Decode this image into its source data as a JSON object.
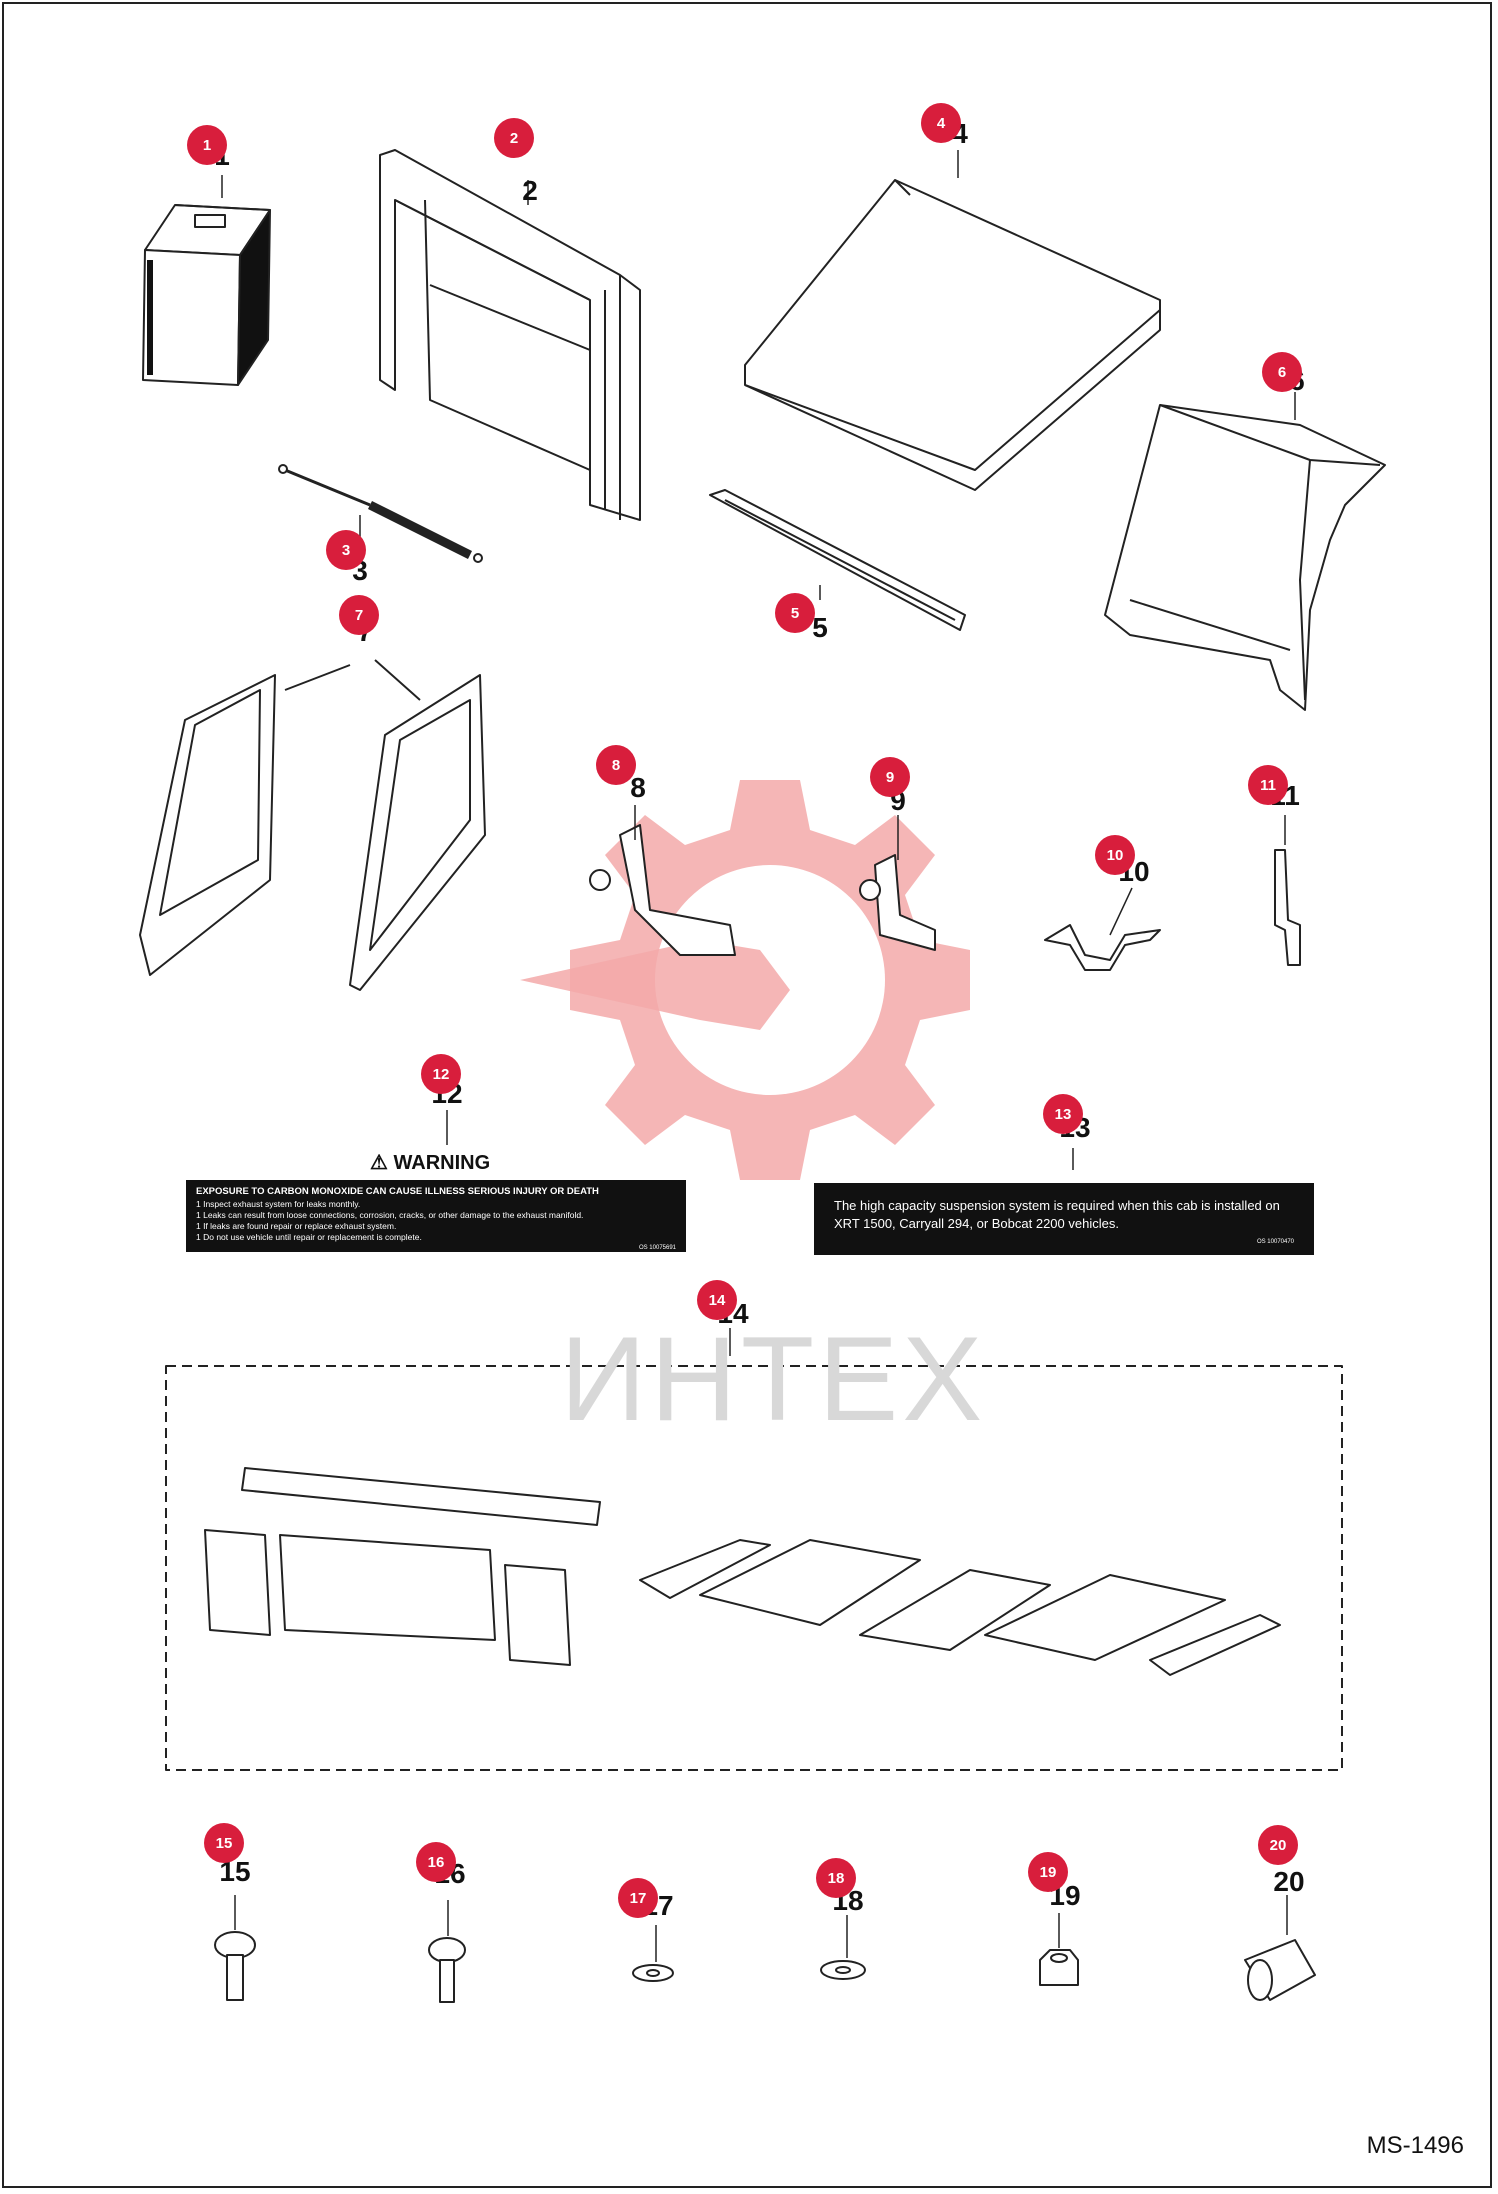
{
  "parts": [
    {
      "id": "1",
      "badge": "1",
      "num": "1"
    },
    {
      "id": "2",
      "badge": "2",
      "num": "2"
    },
    {
      "id": "3",
      "badge": "3",
      "num": "3"
    },
    {
      "id": "4",
      "badge": "4",
      "num": "4"
    },
    {
      "id": "5",
      "badge": "5",
      "num": "5"
    },
    {
      "id": "6",
      "badge": "6",
      "num": "6"
    },
    {
      "id": "7",
      "badge": "7",
      "num": "7"
    },
    {
      "id": "8",
      "badge": "8",
      "num": "8"
    },
    {
      "id": "9",
      "badge": "9",
      "num": "9"
    },
    {
      "id": "10",
      "badge": "10",
      "num": "10"
    },
    {
      "id": "11",
      "badge": "11",
      "num": "11"
    },
    {
      "id": "12",
      "badge": "12",
      "num": "12"
    },
    {
      "id": "13",
      "badge": "13",
      "num": "13"
    },
    {
      "id": "14",
      "badge": "14",
      "num": "14"
    },
    {
      "id": "15",
      "badge": "15",
      "num": "15"
    },
    {
      "id": "16",
      "badge": "16",
      "num": "16"
    },
    {
      "id": "17",
      "badge": "17",
      "num": "17"
    },
    {
      "id": "18",
      "badge": "18",
      "num": "18"
    },
    {
      "id": "19",
      "badge": "19",
      "num": "19"
    },
    {
      "id": "20",
      "badge": "20",
      "num": "20"
    }
  ],
  "label12": {
    "warning_title": "⚠ WARNING",
    "heading": "EXPOSURE TO CARBON MONOXIDE CAN CAUSE ILLNESS SERIOUS INJURY OR DEATH",
    "lines": [
      "1 Inspect exhaust system for leaks monthly.",
      "1 Leaks can result from loose connections, corrosion, cracks, or other damage to the exhaust manifold.",
      "1 If leaks are found repair or replace exhaust system.",
      "1 Do not use vehicle until repair or replacement is complete."
    ],
    "code": "OS 10075691"
  },
  "label13": {
    "text": "The high capacity suspension system is required when this cab is installed on XRT 1500, Carryall 294, or Bobcat 2200 vehicles.",
    "code": "OS 10070470"
  },
  "watermark": "ИНТЕХ",
  "drawing_code": "MS-1496",
  "colors": {
    "badge": "#d81e3c",
    "logo": "#f3a9a9"
  }
}
